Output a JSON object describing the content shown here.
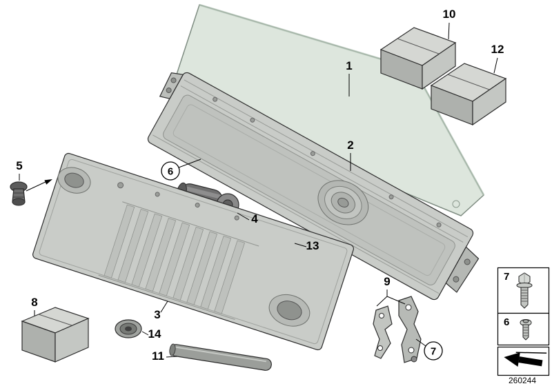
{
  "doc_number": "260244",
  "callouts": {
    "n1": "1",
    "n2": "2",
    "n3": "3",
    "n4": "4",
    "n5": "5",
    "n6": "6",
    "n7": "7",
    "n8": "8",
    "n9": "9",
    "n10": "10",
    "n11": "11",
    "n12": "12",
    "n13": "13",
    "n14": "14"
  },
  "legend": {
    "row_bolt_label": "7",
    "row_screw_label": "6",
    "icons": [
      "hex-bolt-icon",
      "flange-screw-icon",
      "direction-arrow-icon"
    ]
  },
  "colors": {
    "background": "#ffffff",
    "glass": "#dde6dd",
    "glass_edge": "#7d8b80",
    "metal_light": "#c9ccc8",
    "metal_mid": "#b7bab6",
    "metal_dark": "#8f928e",
    "outline": "#2b2b2b"
  }
}
